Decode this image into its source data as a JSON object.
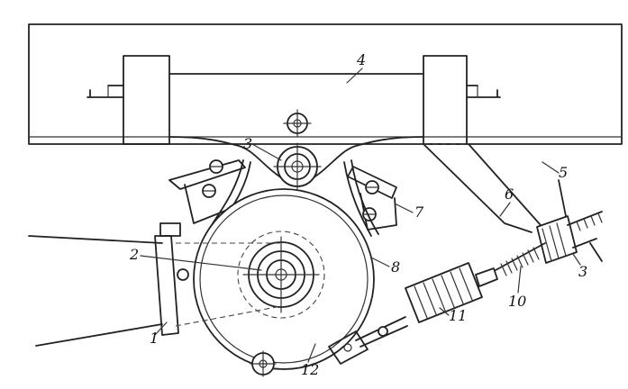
{
  "callouts": [
    {
      "id": "c1",
      "text": "1"
    },
    {
      "id": "c2",
      "text": "2"
    },
    {
      "id": "c3",
      "text": "3"
    },
    {
      "id": "c3b",
      "text": "3"
    },
    {
      "id": "c4",
      "text": "4"
    },
    {
      "id": "c5",
      "text": "5"
    },
    {
      "id": "c6",
      "text": "6"
    },
    {
      "id": "c7",
      "text": "7"
    },
    {
      "id": "c8",
      "text": "8"
    },
    {
      "id": "c10",
      "text": "10"
    },
    {
      "id": "c11",
      "text": "11"
    },
    {
      "id": "c12",
      "text": "12"
    }
  ]
}
